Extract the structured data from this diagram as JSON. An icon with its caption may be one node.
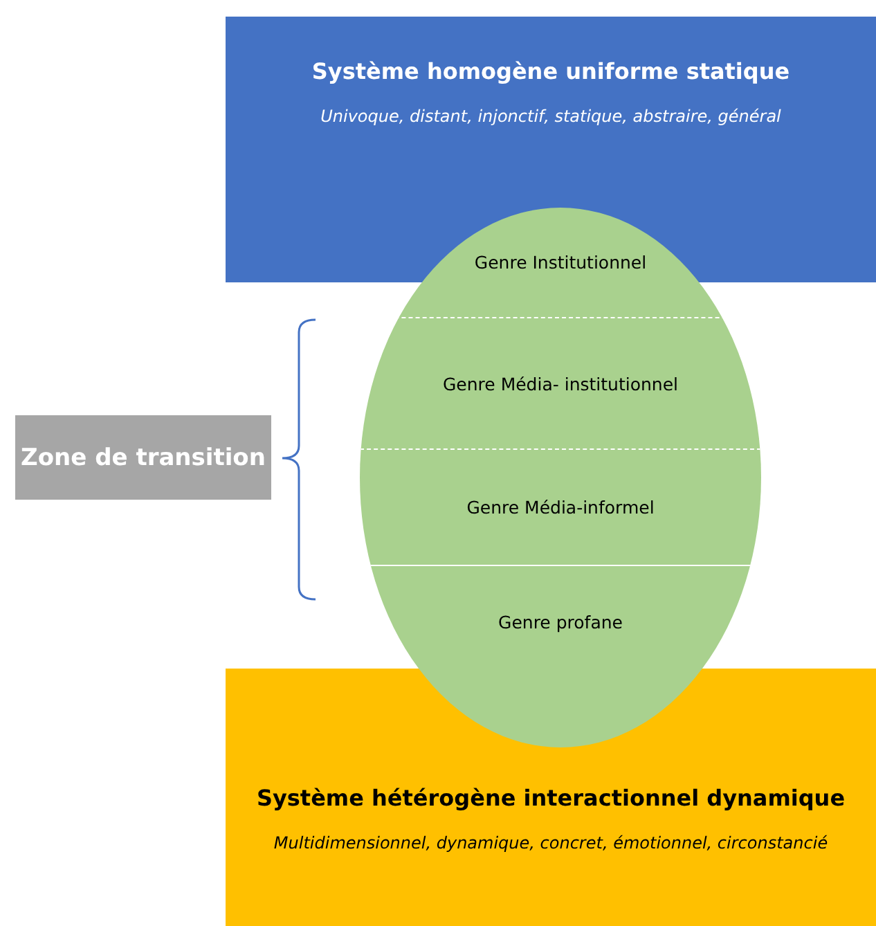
{
  "diagram": {
    "nodes": [
      {
        "text": [
          "Système homogène uniforme statique",
          "Univoque, distant, injonctif, statique, abstraire, général"
        ]
      },
      {
        "text": [],
        "shape": "ellipse"
      },
      {
        "text": [
          "Genre Institutionnel"
        ],
        "in": 1
      },
      {
        "text": [
          "Genre Média- institutionnel"
        ],
        "in": 1
      },
      {
        "text": [
          "Genre Média-informel"
        ],
        "in": 1
      },
      {
        "text": [
          "Genre profane"
        ],
        "in": 1
      },
      {
        "text": [
          "Zone de transition"
        ]
      },
      {
        "text": [
          "Système hétérogène interactionnel dynamique",
          "Multidimensionnel, dynamique, concret, émotionnel, circonstancié"
        ]
      }
    ]
  }
}
